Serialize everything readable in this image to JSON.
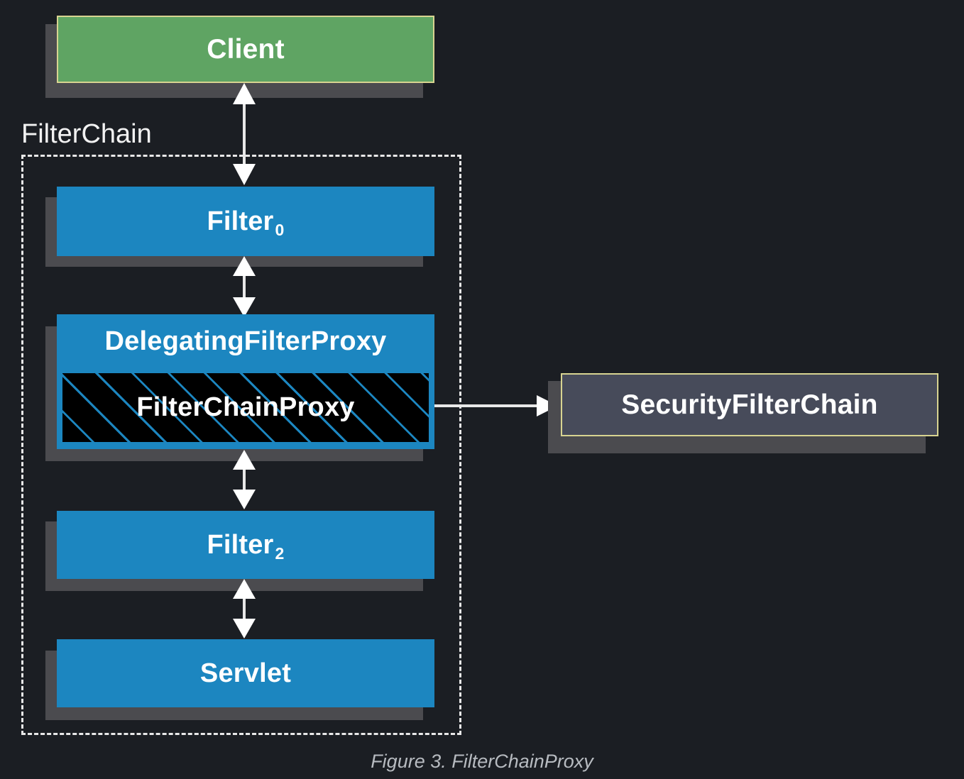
{
  "figure": {
    "caption": "Figure 3. FilterChainProxy",
    "background_color": "#1b1e23"
  },
  "colors": {
    "background": "#1b1e23",
    "client_fill": "#5fa463",
    "client_border": "#d8d491",
    "filter_fill": "#1c86c0",
    "security_fill": "#474b5a",
    "security_border": "#d8d491",
    "shadow": "#4b4b4f",
    "arrow": "#e8e8e8",
    "dashed_border": "#e8e8e8",
    "hatch_background": "#000000",
    "hatch_line": "#1c86c0",
    "caption_text": "#b7bbc0",
    "node_text": "#ffffff"
  },
  "nodes": {
    "client": {
      "label": "Client"
    },
    "filter0": {
      "label": "Filter",
      "subscript": "0"
    },
    "delegating_filter_proxy": {
      "label": "DelegatingFilterProxy"
    },
    "filter_chain_proxy": {
      "label": "FilterChainProxy"
    },
    "filter2": {
      "label": "Filter",
      "subscript": "2"
    },
    "servlet": {
      "label": "Servlet"
    },
    "security_filter_chain": {
      "label": "SecurityFilterChain"
    }
  },
  "group": {
    "filter_chain_label": "FilterChain"
  },
  "edges": [
    {
      "name": "client-to-filter0",
      "from": "Client",
      "to": "Filter 0",
      "style": "double-arrow-vertical"
    },
    {
      "name": "filter0-to-delegatingfilterproxy",
      "from": "Filter 0",
      "to": "DelegatingFilterProxy",
      "style": "double-arrow-vertical"
    },
    {
      "name": "delegatingfilterproxy-to-filter2",
      "from": "DelegatingFilterProxy",
      "to": "Filter 2",
      "style": "double-arrow-vertical"
    },
    {
      "name": "filter2-to-servlet",
      "from": "Filter 2",
      "to": "Servlet",
      "style": "double-arrow-vertical"
    },
    {
      "name": "filterchainproxy-to-securityfilterchain",
      "from": "FilterChainProxy",
      "to": "SecurityFilterChain",
      "style": "single-arrow-right"
    }
  ]
}
